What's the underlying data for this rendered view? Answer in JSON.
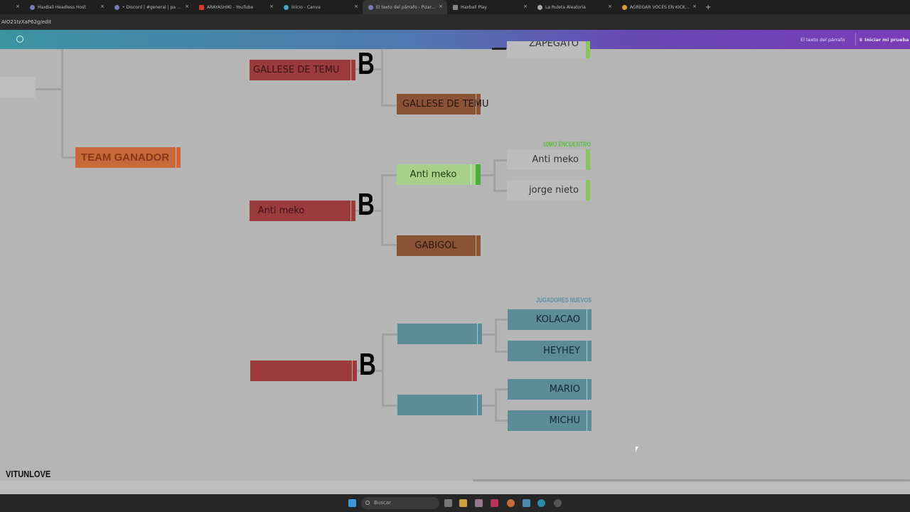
{
  "browser": {
    "tabs": [
      {
        "label": "HaxBall Headless Host"
      },
      {
        "label": "• Discord | #general | pa que h"
      },
      {
        "label": "ARAYASHIKI - YouTube"
      },
      {
        "label": "Inicio - Canva"
      },
      {
        "label": "El texto del párrafo - Pizarra on"
      },
      {
        "label": "Haxball Play"
      },
      {
        "label": "La Ruleta Aleatoria"
      },
      {
        "label": "AGREGAR VOCES EN KICK - Bu"
      }
    ],
    "new_tab": "+",
    "url": "AIO21tzXaP62g/edit"
  },
  "canva": {
    "doc_title": "El texto del párrafo",
    "trial_button": "♛ Iniciar mi prueba por"
  },
  "bracket": {
    "winner": "TEAM GANADOR",
    "b_mark": "B",
    "semis": [
      "GALLESE DE TEMU",
      "Anti meko",
      ""
    ],
    "quarters": [
      "GALLESE DE TEMU",
      "Anti meko",
      "GABIGOL",
      "",
      ""
    ],
    "top_partial": "ZAPEGATO",
    "group1": {
      "label": "10MO ENCUENTRO",
      "players": [
        "Anti meko",
        "jorge nieto"
      ]
    },
    "group2": {
      "label": "JUGADORES NUEVOS",
      "players": [
        "KOLACAO",
        "HEYHEY",
        "MARIO",
        "MICHU"
      ]
    }
  },
  "footer": {
    "author": "VITUNLOVE"
  },
  "taskbar": {
    "search": "Buscar"
  },
  "colors": {
    "red": "#9b3b3b",
    "brown": "#8a5335",
    "teal": "#5b8c98",
    "green": "#86c65a",
    "orange": "#c8693a"
  }
}
